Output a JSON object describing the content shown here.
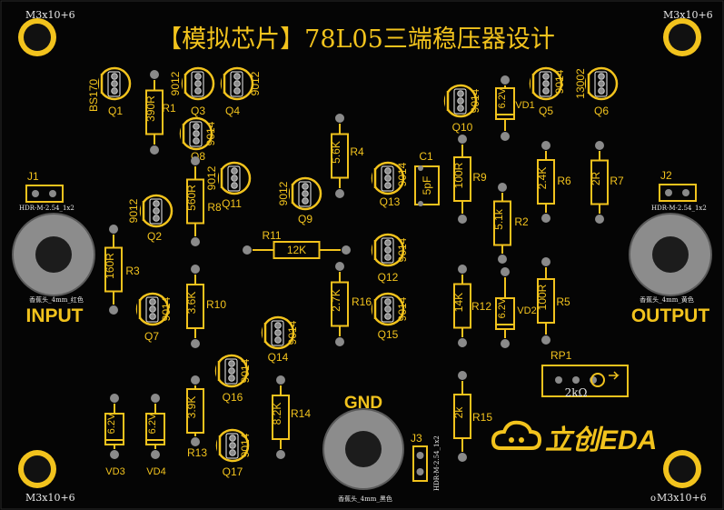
{
  "title": "【模拟芯片】78L05三端稳压器设计",
  "colors": {
    "background": "#000000",
    "board": "#050505",
    "silk": "#f2c31d",
    "pad": "#8a8a8a",
    "text_white": "#e8e8e8"
  },
  "mount_label": "M3x10+6",
  "labels": {
    "input": "INPUT",
    "output": "OUTPUT",
    "gnd": "GND",
    "jack_red": "香蕉头_4mm_红色",
    "jack_yellow": "香蕉头_4mm_黄色",
    "jack_black": "香蕉头_4mm_黑色",
    "hdr": "HDR-M-2.54_1x2",
    "hdr_j3": "HDR-M-2.54_1x2",
    "logo": "立创EDA",
    "rp1_value": "2kΩ",
    "tiny_marker": "o"
  },
  "connectors": [
    {
      "ref": "J1"
    },
    {
      "ref": "J2"
    },
    {
      "ref": "J3"
    },
    {
      "ref": "RP1"
    }
  ],
  "transistors": [
    {
      "ref": "Q1",
      "part": "BS170"
    },
    {
      "ref": "Q2",
      "part": "9012"
    },
    {
      "ref": "Q3",
      "part": "9012"
    },
    {
      "ref": "Q4",
      "part": "9012"
    },
    {
      "ref": "Q5",
      "part": "9014"
    },
    {
      "ref": "Q6",
      "part": "13002"
    },
    {
      "ref": "Q7",
      "part": "9014"
    },
    {
      "ref": "Q8",
      "part": "9014"
    },
    {
      "ref": "Q9",
      "part": "9012"
    },
    {
      "ref": "Q10",
      "part": "9014"
    },
    {
      "ref": "Q11",
      "part": "9012"
    },
    {
      "ref": "Q12",
      "part": "9014"
    },
    {
      "ref": "Q13",
      "part": "9014"
    },
    {
      "ref": "Q14",
      "part": "9014"
    },
    {
      "ref": "Q15",
      "part": "9014"
    },
    {
      "ref": "Q16",
      "part": "9014"
    },
    {
      "ref": "Q17",
      "part": "9014"
    }
  ],
  "resistors": [
    {
      "ref": "R1",
      "value": "390R"
    },
    {
      "ref": "R2",
      "value": "5.1k"
    },
    {
      "ref": "R3",
      "value": "160R"
    },
    {
      "ref": "R4",
      "value": "5.6K"
    },
    {
      "ref": "R5",
      "value": "100R"
    },
    {
      "ref": "R6",
      "value": "2.4K"
    },
    {
      "ref": "R7",
      "value": "2R"
    },
    {
      "ref": "R8",
      "value": "560R"
    },
    {
      "ref": "R9",
      "value": "100R"
    },
    {
      "ref": "R10",
      "value": "3.6K"
    },
    {
      "ref": "R11",
      "value": "12K"
    },
    {
      "ref": "R12",
      "value": "14K"
    },
    {
      "ref": "R13",
      "value": "3.9K"
    },
    {
      "ref": "R14",
      "value": "8.2K"
    },
    {
      "ref": "R15",
      "value": "2k"
    },
    {
      "ref": "R16",
      "value": "2.7K"
    }
  ],
  "capacitors": [
    {
      "ref": "C1",
      "value": "5pF"
    }
  ],
  "diodes": [
    {
      "ref": "VD1",
      "value": "6.2V"
    },
    {
      "ref": "VD2",
      "value": "6.2V"
    },
    {
      "ref": "VD3",
      "value": "6.2V"
    },
    {
      "ref": "VD4",
      "value": "6.2V"
    }
  ]
}
